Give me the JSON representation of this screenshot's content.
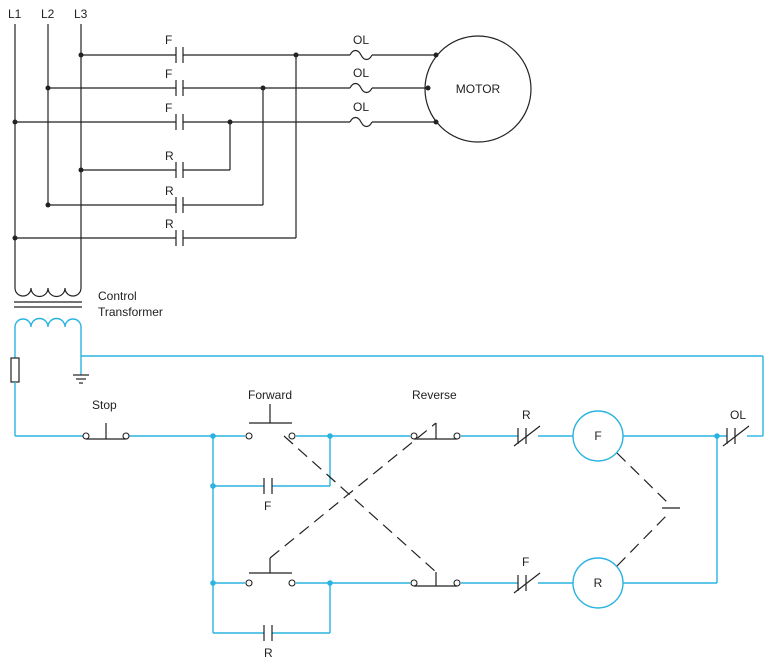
{
  "lines": {
    "l1": "L1",
    "l2": "L2",
    "l3": "L3"
  },
  "power": {
    "forward_contact": "F",
    "reverse_contact": "R",
    "overload": "OL",
    "motor": "MOTOR"
  },
  "transformer": {
    "label_line1": "Control",
    "label_line2": "Transformer"
  },
  "control": {
    "stop": "Stop",
    "forward": "Forward",
    "reverse": "Reverse",
    "r_interlock": "R",
    "f_interlock": "F",
    "f_coil": "F",
    "r_coil": "R",
    "f_seal": "F",
    "r_seal": "R",
    "ol_contact": "OL"
  },
  "colors": {
    "power_wiring": "#222222",
    "control_wiring": "#2ab3e0"
  }
}
